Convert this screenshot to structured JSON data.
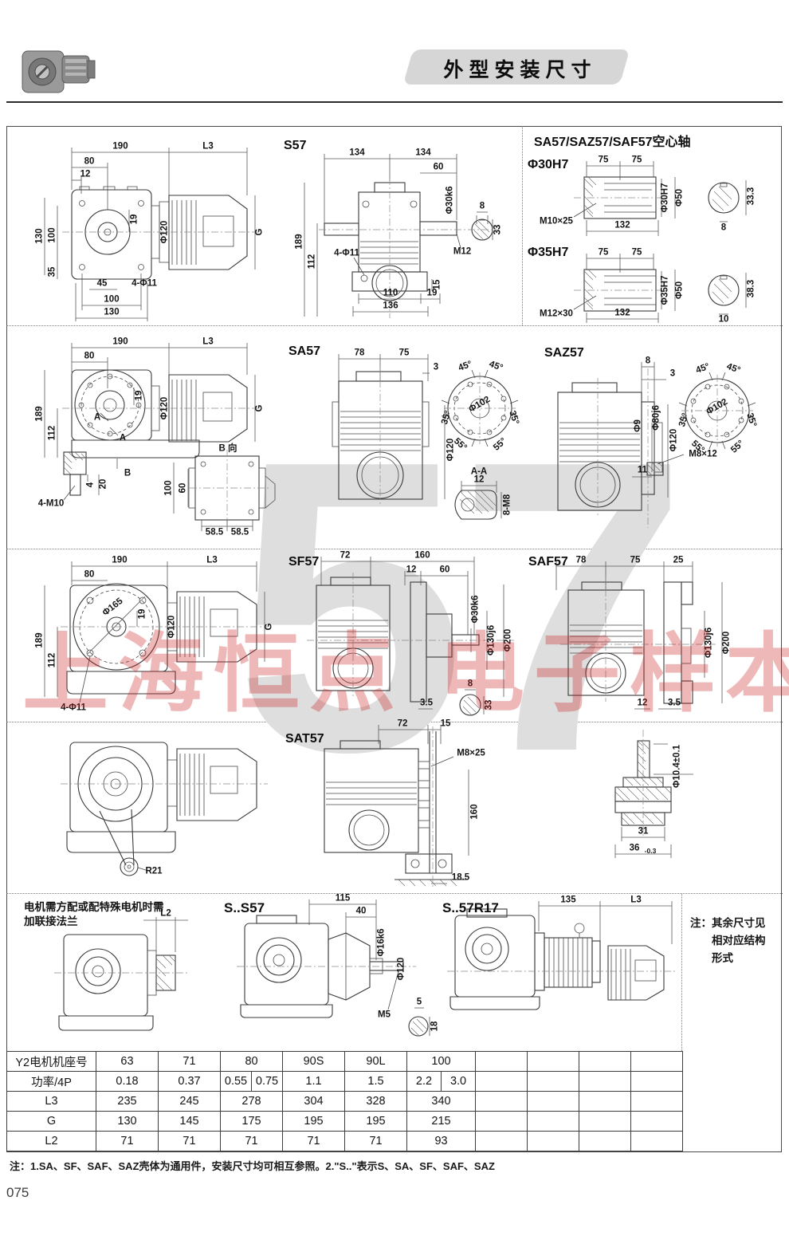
{
  "header": {
    "title": "外型安装尺寸"
  },
  "page": {
    "number": "075"
  },
  "watermark": {
    "big": "57",
    "red": "上海恒点 电子样本"
  },
  "drawings": {
    "s57_side": {
      "dims": [
        "190",
        "L3",
        "80",
        "12",
        "130",
        "100",
        "35",
        "19",
        "Φ120",
        "G",
        "45",
        "4-Φ11",
        "100",
        "130"
      ]
    },
    "s57_front": {
      "title": "S57",
      "dims": [
        "134",
        "134",
        "60",
        "Φ30k6",
        "8",
        "33",
        "189",
        "112",
        "4-Φ11",
        "M12",
        "15",
        "110",
        "19",
        "136"
      ]
    },
    "hollow": {
      "title": "SA57/SAZ57/SAF57空心轴",
      "d30": {
        "title": "Φ30H7",
        "dims": [
          "75",
          "75",
          "M10×25",
          "132",
          "Φ30H7",
          "Φ50",
          "33.3",
          "8"
        ]
      },
      "d35": {
        "title": "Φ35H7",
        "dims": [
          "75",
          "75",
          "M12×30",
          "132",
          "Φ35H7",
          "Φ50",
          "38.3",
          "10"
        ]
      }
    },
    "sa57_side": {
      "dims": [
        "190",
        "L3",
        "80",
        "189",
        "112",
        "19",
        "Φ120",
        "G",
        "A",
        "A",
        "B",
        "4-M10",
        "4",
        "20",
        "B 向",
        "100",
        "60",
        "58.5",
        "58.5"
      ]
    },
    "sa57_front": {
      "title": "SA57",
      "dims": [
        "78",
        "75",
        "3",
        "Φ120"
      ],
      "bolt": [
        "45°",
        "45°",
        "Φ102",
        "35°",
        "35°",
        "55°",
        "55°"
      ],
      "section": [
        "A-A",
        "12",
        "8-M8"
      ]
    },
    "saz57": {
      "title": "SAZ57",
      "dims": [
        "8",
        "3",
        "Φ9",
        "Φ80j6",
        "Φ120",
        "M8×12",
        "11"
      ],
      "bolt": [
        "45°",
        "45°",
        "Φ102",
        "35°",
        "35°",
        "55°",
        "55°"
      ]
    },
    "sf57_side": {
      "dims": [
        "190",
        "L3",
        "80",
        "189",
        "112",
        "Φ165",
        "19",
        "Φ120",
        "G",
        "4-Φ11"
      ]
    },
    "sf57_front": {
      "title": "SF57",
      "dims": [
        "72",
        "160",
        "12",
        "60",
        "Φ30k6",
        "Φ130j6",
        "Φ200",
        "3.5",
        "8",
        "33"
      ]
    },
    "saf57": {
      "title": "SAF57",
      "dims": [
        "78",
        "75",
        "25",
        "Φ130j6",
        "Φ200",
        "12",
        "3.5"
      ]
    },
    "sat57_side": {
      "dims": [
        "R21"
      ]
    },
    "sat57": {
      "title": "SAT57",
      "dims": [
        "72",
        "15",
        "M8×25",
        "160",
        "18.5"
      ]
    },
    "buffer": {
      "dims": [
        "Φ10.4±0.1",
        "31",
        "36",
        "-0.3"
      ]
    },
    "flange_req": {
      "line1": "电机需方配或配特殊电机时需",
      "line2": "加联接法兰",
      "dims": [
        "L2"
      ]
    },
    "ss57": {
      "title": "S..S57",
      "dims": [
        "115",
        "40",
        "Φ16k6",
        "Φ120",
        "M5",
        "5",
        "18"
      ]
    },
    "s57r17": {
      "title": "S..57R17",
      "dims": [
        "135",
        "L3"
      ]
    },
    "side_note": {
      "line1": "注：其余尺寸见",
      "line2": "相对应结构",
      "line3": "形式"
    }
  },
  "table": {
    "header_label": "Y2电机机座号",
    "frame_sizes": [
      "63",
      "71",
      "80",
      "90S",
      "90L",
      "100"
    ],
    "rows": [
      {
        "label": "功率/4P",
        "values": [
          "0.18",
          "0.37",
          "0.55",
          "0.75",
          "1.1",
          "1.5",
          "2.2",
          "3.0"
        ]
      },
      {
        "label": "L3",
        "values": [
          "235",
          "245",
          "278",
          "304",
          "328",
          "340"
        ]
      },
      {
        "label": "G",
        "values": [
          "130",
          "145",
          "175",
          "195",
          "195",
          "215"
        ]
      },
      {
        "label": "L2",
        "values": [
          "71",
          "71",
          "71",
          "71",
          "71",
          "93"
        ]
      }
    ]
  },
  "footer": {
    "note": "注：1.SA、SF、SAF、SAZ壳体为通用件，安装尺寸均可相互参照。2.\"S..\"表示S、SA、SF、SAF、SAZ"
  }
}
